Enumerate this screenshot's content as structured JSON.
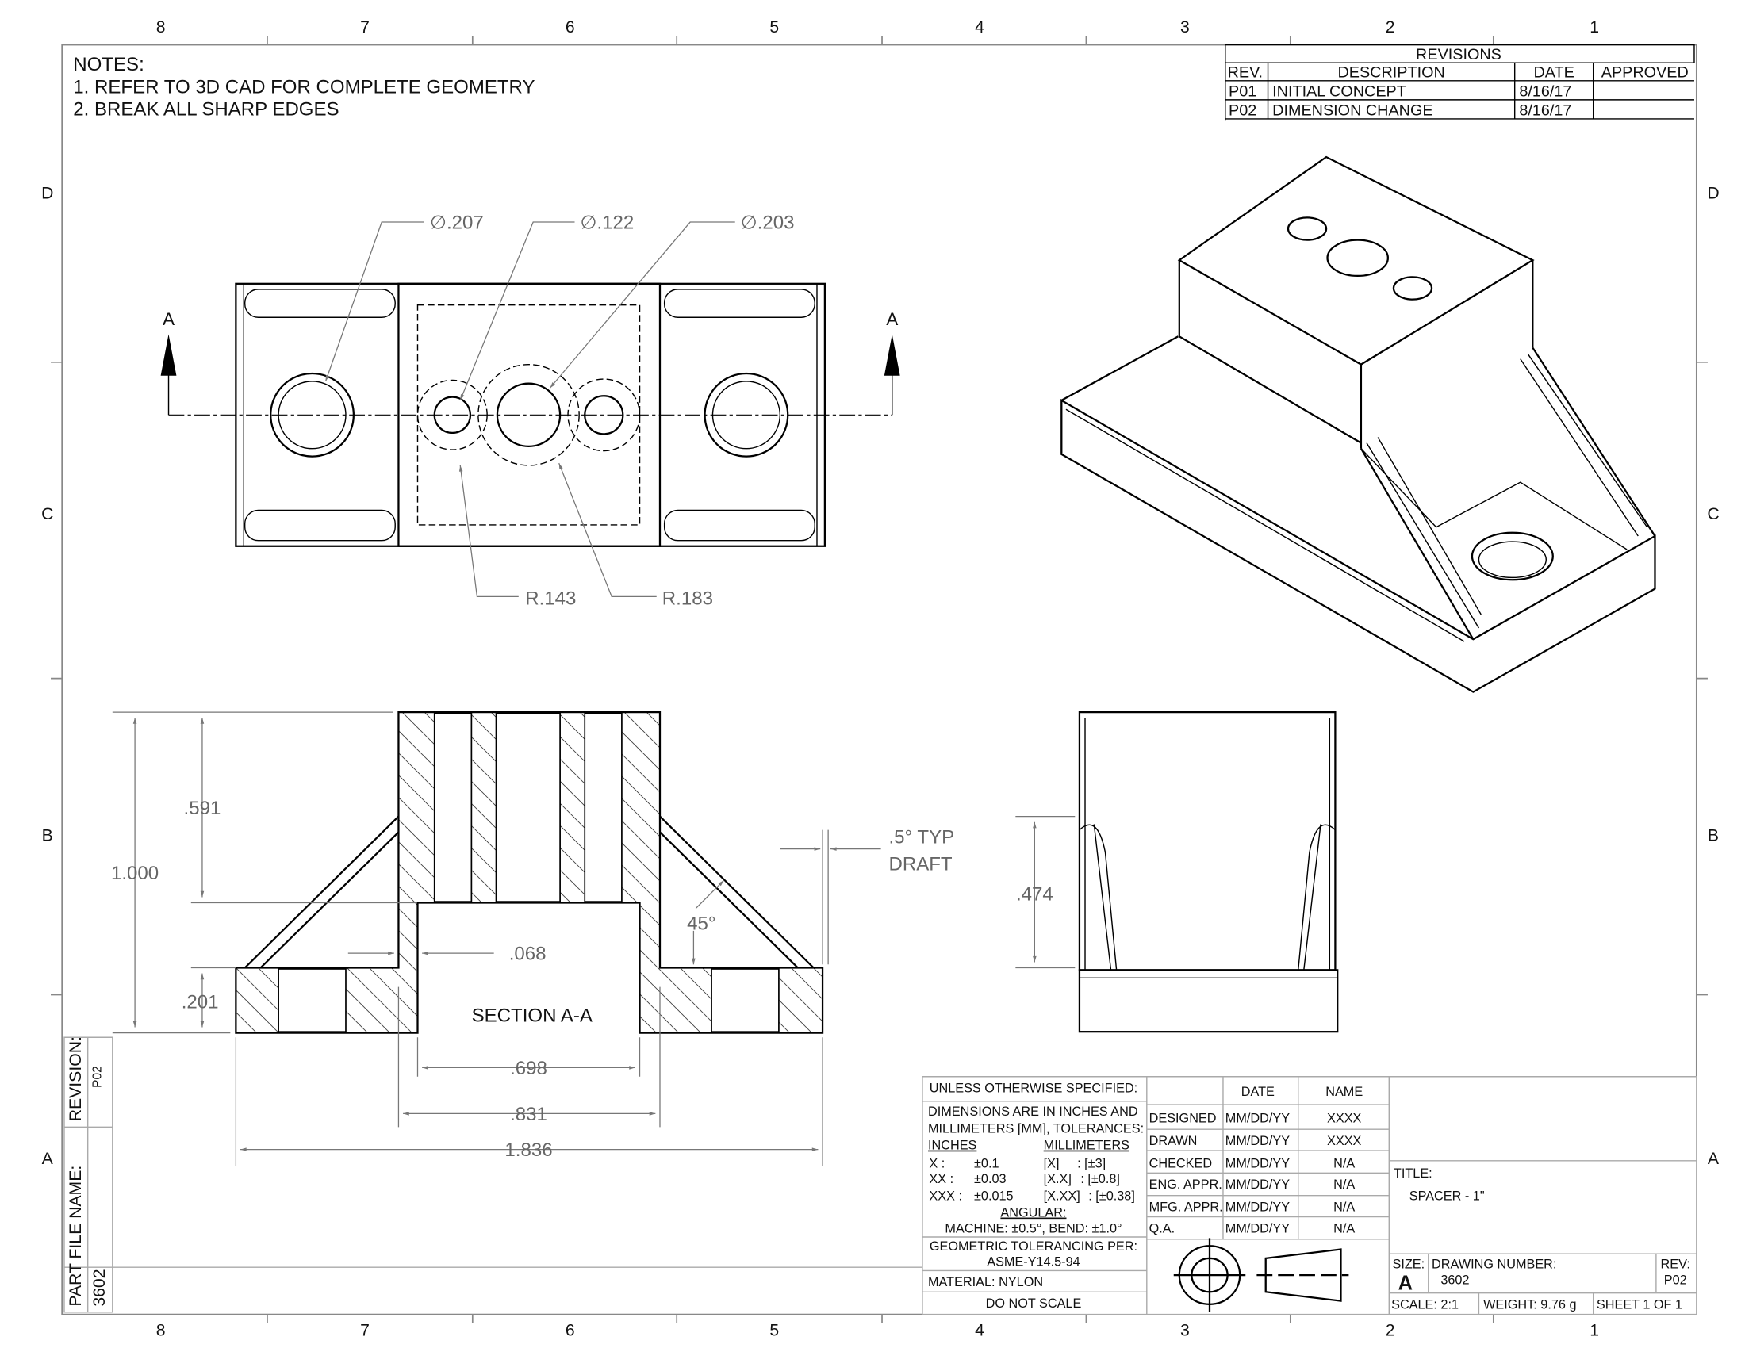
{
  "zones": {
    "columns": [
      "8",
      "7",
      "6",
      "5",
      "4",
      "3",
      "2",
      "1"
    ],
    "rows": [
      "D",
      "C",
      "B",
      "A"
    ]
  },
  "notes": {
    "title": "NOTES:",
    "items": [
      "1.  REFER TO 3D CAD FOR COMPLETE GEOMETRY",
      "2.  BREAK ALL SHARP EDGES"
    ]
  },
  "revisions": {
    "title": "REVISIONS",
    "headers": [
      "REV.",
      "DESCRIPTION",
      "DATE",
      "APPROVED"
    ],
    "rows": [
      [
        "P01",
        "INITIAL CONCEPT",
        "8/16/17",
        ""
      ],
      [
        "P02",
        "DIMENSION CHANGE",
        "8/16/17",
        ""
      ]
    ]
  },
  "top_view": {
    "hole1": "∅.207",
    "hole2": "∅.122",
    "hole3": "∅.203",
    "r1": "R.143",
    "r2": "R.183",
    "section_mark": "A"
  },
  "section_view": {
    "label": "SECTION A-A",
    "d591": ".591",
    "d1000": "1.000",
    "d201": ".201",
    "d068": ".068",
    "d698": ".698",
    "d831": ".831",
    "d1836": "1.836",
    "angle": "45°",
    "draft1": ".5° TYP",
    "draft2": "DRAFT"
  },
  "side_view": {
    "d474": ".474"
  },
  "side_panel": {
    "part_file_label": "PART FILE NAME:",
    "part_file": "3602",
    "revision_label": "REVISION:",
    "revision": "P02"
  },
  "title_block": {
    "unless": "UNLESS OTHERWISE SPECIFIED:",
    "dims_lines": [
      "DIMENSIONS ARE IN INCHES AND",
      "MILLIMETERS [MM], TOLERANCES:"
    ],
    "inches": "INCHES",
    "millimeters": "MILLIMETERS",
    "tol": [
      [
        "X :",
        "±0.1",
        "[X]",
        "  : [±3]"
      ],
      [
        "XX :",
        "±0.03",
        "[X.X]",
        " : [±0.8]"
      ],
      [
        "XXX :",
        "±0.015",
        "[X.XX]",
        ": [±0.38]"
      ]
    ],
    "angular": "ANGULAR:",
    "angular_vals": "MACHINE: ±0.5°, BEND: ±1.0°",
    "geo1": "GEOMETRIC TOLERANCING PER:",
    "geo2": "ASME-Y14.5-94",
    "material": "MATERIAL:   NYLON",
    "do_not_scale": "DO NOT SCALE",
    "col_date": "DATE",
    "col_name": "NAME",
    "sign": [
      [
        "DESIGNED",
        "MM/DD/YY",
        "XXXX"
      ],
      [
        "DRAWN",
        "MM/DD/YY",
        "XXXX"
      ],
      [
        "CHECKED",
        "MM/DD/YY",
        "N/A"
      ],
      [
        "ENG. APPR.",
        "MM/DD/YY",
        "N/A"
      ],
      [
        "MFG. APPR.",
        "MM/DD/YY",
        "N/A"
      ],
      [
        "Q.A.",
        "MM/DD/YY",
        "N/A"
      ]
    ],
    "title_label": "TITLE:",
    "title": "SPACER - 1\"",
    "size_label": "SIZE:",
    "size": "A",
    "dwg_label": "DRAWING NUMBER:",
    "dwg": "3602",
    "rev_label": "REV:",
    "rev": "P02",
    "scale": "SCALE: 2:1",
    "weight": "WEIGHT: 9.76 g",
    "sheet": "SHEET 1 OF 1"
  }
}
